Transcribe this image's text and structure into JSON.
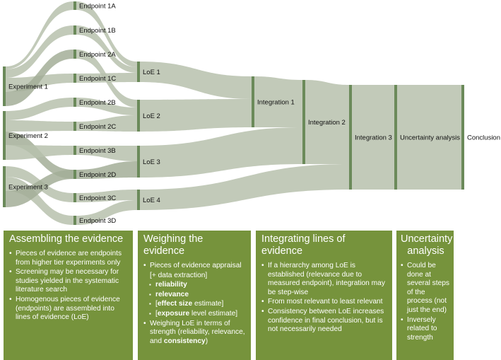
{
  "sankey": {
    "nodes": {
      "exp1": "Experiment 1",
      "exp2": "Experiment 2",
      "exp3": "Experiment 3",
      "e1a": "Endpoint 1A",
      "e1b": "Endpoint 1B",
      "e2a": "Endpoint 2A",
      "e1c": "Endpoint 1C",
      "e2b": "Endpoint 2B",
      "e2c": "Endpoint 2C",
      "e3b": "Endpoint 3B",
      "e2d": "Endpoint 2D",
      "e3c": "Endpoint 3C",
      "e3d": "Endpoint 3D",
      "loe1": "LoE 1",
      "loe2": "LoE 2",
      "loe3": "LoE 3",
      "loe4": "LoE 4",
      "int1": "Integration 1",
      "int2": "Integration 2",
      "int3": "Integration 3",
      "unc": "Uncertainty analysis",
      "concl": "Conclusion"
    },
    "colors": {
      "node": "#6b8a5a",
      "link": "#b7c1ad",
      "link_dark": "#a3ae98"
    }
  },
  "panels": {
    "assembling": {
      "title": "Assembling the evidence",
      "items": [
        "Pieces of evidence are endpoints from higher tier experiments only",
        "Screening may be necessary for studies yielded in the systematic literature search",
        "Homogenous pieces of evidence (endpoints) are assembled into lines of evidence (LoE)"
      ]
    },
    "weighing": {
      "title": "Weighing the evidence",
      "item1a": "Pieces of evidence appraisal",
      "item1b": "[+ data extraction]",
      "sub1": "reliability",
      "sub2": "relevance",
      "sub3_open": "[",
      "sub3_bold": "effect size",
      "sub3_rest": " estimate]",
      "sub4_open": "[",
      "sub4_bold": "exposure",
      "sub4_rest": " level estimate]",
      "item2": "Weighing LoE in terms of strength (reliability, relevance, and ",
      "item2_bold": "consistency",
      "item2_end": ")"
    },
    "integrating": {
      "title": "Integrating lines of evidence",
      "items": [
        "If a hierarchy among LoE is established (relevance due to measured endpoint), integration may be step-wise",
        "From most relevant to least relevant",
        "Consistency between LoE increases confidence in final conclusion, but is not necessarily needed"
      ]
    },
    "uncertainty": {
      "title": "Uncertainty analysis",
      "items": [
        "Could be done at several steps of the process (not just the end)",
        "Inversely related to strength"
      ]
    }
  }
}
